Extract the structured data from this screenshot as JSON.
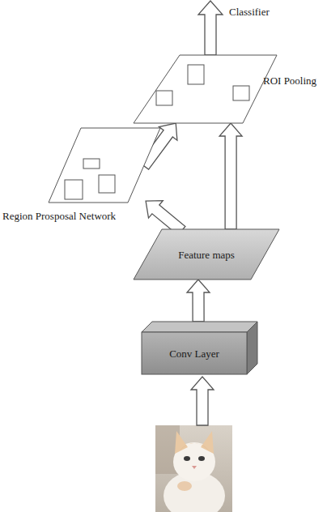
{
  "diagram": {
    "nodes": [
      {
        "text": [
          "ROI Pooling"
        ]
      },
      {
        "text": [
          "Region Prosposal Network"
        ]
      },
      {
        "text": [
          "Feature maps"
        ]
      },
      {
        "text": [
          "Conv Layer"
        ]
      }
    ],
    "edges": [
      {
        "from": 3,
        "to": 2,
        "arrow": "to"
      },
      {
        "from": 2,
        "to": 1,
        "arrow": "to"
      },
      {
        "from": 1,
        "to": 0,
        "arrow": "to"
      },
      {
        "from": 2,
        "to": 0,
        "arrow": "to"
      }
    ],
    "labels": [
      "Classifier"
    ]
  }
}
